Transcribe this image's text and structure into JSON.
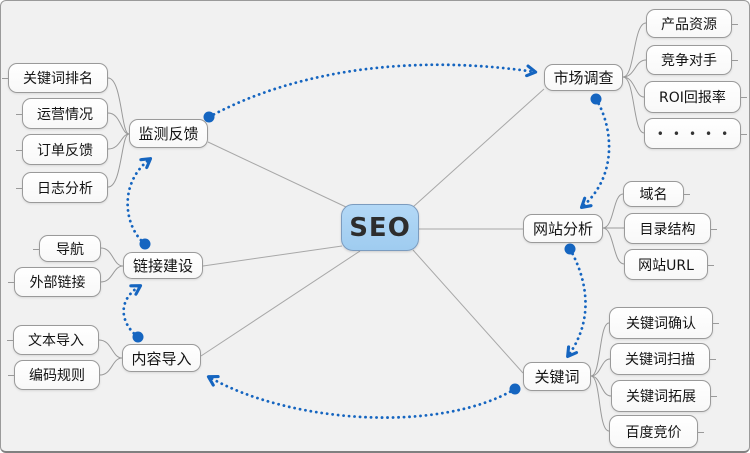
{
  "colors": {
    "accent_blue": "#1565C0",
    "center_fill": "#A9D3F3",
    "center_border": "#7C9CBF",
    "box_border": "#9A9A9A",
    "background": "#F1F1F1",
    "line_gray": "#A8A8A8"
  },
  "center": {
    "label": "SEO"
  },
  "nodes": [
    {
      "label": "监测反馈",
      "children": [
        "关键词排名",
        "运营情况",
        "订单反馈",
        "日志分析"
      ]
    },
    {
      "label": "市场调查",
      "children": [
        "产品资源",
        "竞争对手",
        "ROI回报率",
        "•••••"
      ]
    },
    {
      "label": "网站分析",
      "children": [
        "域名",
        "目录结构",
        "网站URL"
      ]
    },
    {
      "label": "关键词",
      "children": [
        "关键词确认",
        "关键词扫描",
        "关键词拓展",
        "百度竞价"
      ]
    },
    {
      "label": "内容导入",
      "children": [
        "文本导入",
        "编码规则"
      ]
    },
    {
      "label": "链接建设",
      "children": [
        "导航",
        "外部链接"
      ]
    }
  ],
  "cycle_arrows": [
    {
      "from": "监测反馈",
      "to": "市场调查"
    },
    {
      "from": "市场调查",
      "to": "网站分析"
    },
    {
      "from": "网站分析",
      "to": "关键词"
    },
    {
      "from": "关键词",
      "to": "内容导入"
    },
    {
      "from": "内容导入",
      "to": "链接建设"
    },
    {
      "from": "链接建设",
      "to": "监测反馈"
    }
  ]
}
